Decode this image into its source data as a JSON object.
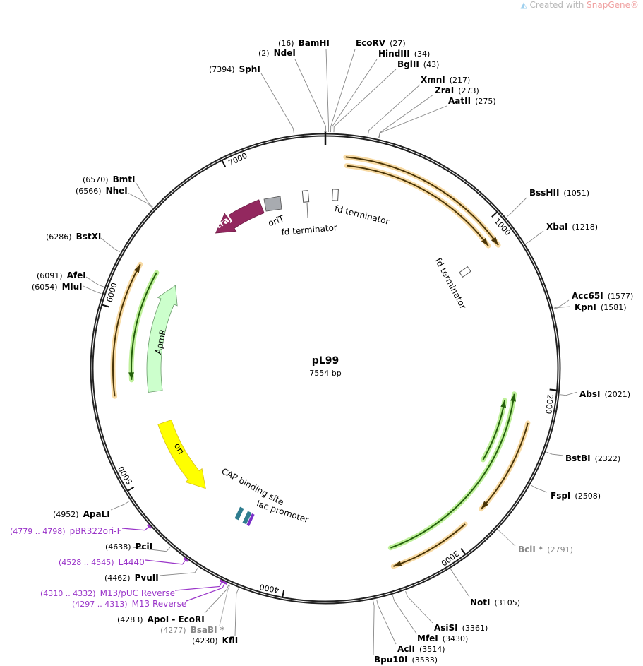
{
  "watermark": {
    "prefix": "Created with ",
    "brand": "SnapGene®"
  },
  "plasmid": {
    "name": "pL99",
    "length": "7554 bp",
    "total_bp": 7554
  },
  "ticks": [
    "1000",
    "2000",
    "3000",
    "4000",
    "5000",
    "6000",
    "7000"
  ],
  "sites": [
    {
      "name": "BamHI",
      "position": "16"
    },
    {
      "name": "NdeI",
      "position": "2"
    },
    {
      "name": "SphI",
      "position": "7394"
    },
    {
      "name": "EcoRV",
      "position": "27"
    },
    {
      "name": "HindIII",
      "position": "34"
    },
    {
      "name": "BglII",
      "position": "43"
    },
    {
      "name": "XmnI",
      "position": "217"
    },
    {
      "name": "ZraI",
      "position": "273"
    },
    {
      "name": "AatII",
      "position": "275"
    },
    {
      "name": "BssHII",
      "position": "1051"
    },
    {
      "name": "XbaI",
      "position": "1218"
    },
    {
      "name": "Acc65I",
      "position": "1577"
    },
    {
      "name": "KpnI",
      "position": "1581"
    },
    {
      "name": "AbsI",
      "position": "2021"
    },
    {
      "name": "BstBI",
      "position": "2322"
    },
    {
      "name": "FspI",
      "position": "2508"
    },
    {
      "name": "BclI *",
      "position": "2791",
      "muted": true
    },
    {
      "name": "NotI",
      "position": "3105"
    },
    {
      "name": "AsiSI",
      "position": "3361"
    },
    {
      "name": "MfeI",
      "position": "3430"
    },
    {
      "name": "AclI",
      "position": "3514"
    },
    {
      "name": "Bpu10I",
      "position": "3533"
    },
    {
      "name": "KflI",
      "position": "4230"
    },
    {
      "name": "BsaBI *",
      "position": "4277",
      "muted": true
    },
    {
      "name": "ApoI  - EcoRI",
      "position": "4283"
    },
    {
      "name": "PvuII",
      "position": "4462"
    },
    {
      "name": "PciI",
      "position": "4638"
    },
    {
      "name": "ApaLI",
      "position": "4952"
    },
    {
      "name": "MluI",
      "position": "6054"
    },
    {
      "name": "AfeI",
      "position": "6091"
    },
    {
      "name": "BstXI",
      "position": "6286"
    },
    {
      "name": "NheI",
      "position": "6566"
    },
    {
      "name": "BmtI",
      "position": "6570"
    }
  ],
  "primers": [
    {
      "name": "M13 Reverse",
      "range": "4297 .. 4313"
    },
    {
      "name": "M13/pUC Reverse",
      "range": "4310 .. 4332"
    },
    {
      "name": "L4440",
      "range": "4528 .. 4545"
    },
    {
      "name": "pBR322ori-F",
      "range": "4779 .. 4798"
    }
  ],
  "features": {
    "traJ": "traJ",
    "oriT": "oriT",
    "fd_terminator_1": "fd terminator",
    "fd_terminator_2": "fd terminator",
    "fd_terminator_3": "fd terminator",
    "ApmR": "ApmR",
    "ori": "ori",
    "cap": "CAP binding site",
    "lac": "lac promoter"
  },
  "colors": {
    "primer": "#9a35c9",
    "traJ": "#93285f",
    "ori": "#ffff00",
    "ApmR": "#ccffcc",
    "oriT": "#a8abb0",
    "orange_glow": "#f7d79b",
    "green_glow": "#b8ee90"
  }
}
